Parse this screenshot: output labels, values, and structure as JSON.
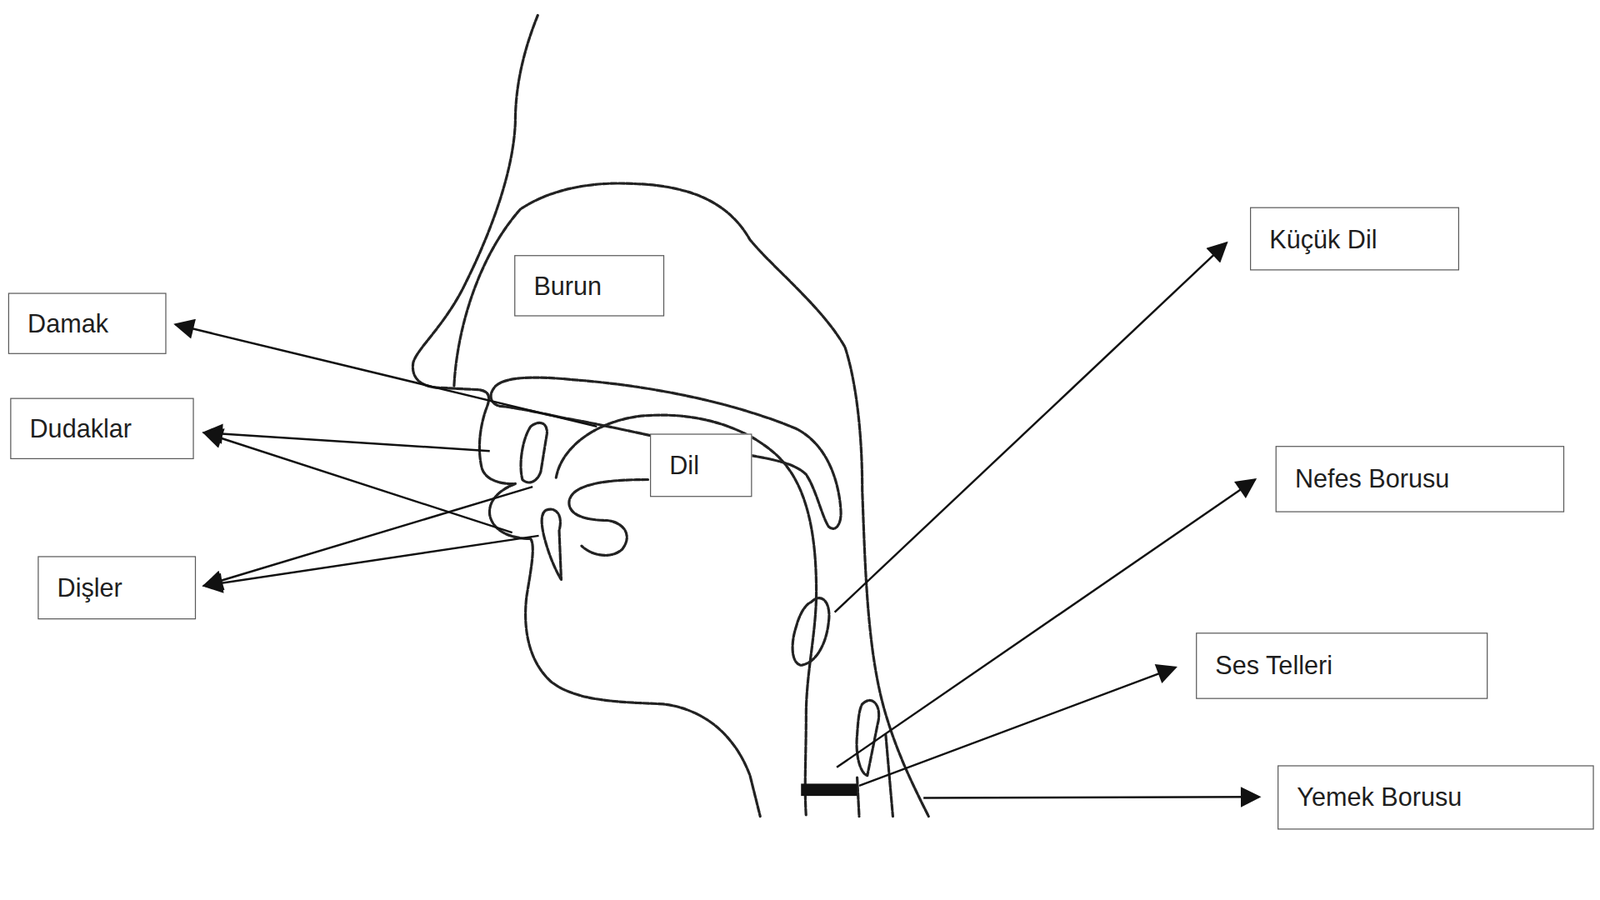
{
  "diagram": {
    "nodes": [
      {
        "text": [
          "Küçük Dil"
        ]
      },
      {
        "text": [
          "Burun"
        ]
      },
      {
        "text": [
          "Damak"
        ]
      },
      {
        "text": [
          "Dudaklar"
        ]
      },
      {
        "text": [
          "Dil"
        ]
      },
      {
        "text": [
          "Nefes Borusu"
        ]
      },
      {
        "text": [
          "Dişler"
        ]
      },
      {
        "text": [
          "Ses Telleri"
        ]
      },
      {
        "text": [
          "Yemek Borusu"
        ]
      }
    ]
  }
}
